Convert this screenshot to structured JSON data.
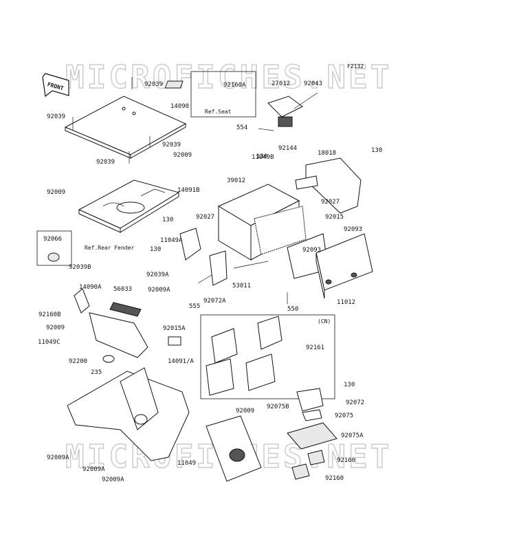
{
  "diagram": {
    "figure_code": "F2132",
    "watermark": "MICROFICHES.NET",
    "front_label": "FRONT",
    "ref_seat": "Ref.Seat",
    "ref_rear_fender": "Ref.Rear Fender",
    "cn_label": "(CN)",
    "parts": [
      {
        "id": "p1",
        "label": "92039"
      },
      {
        "id": "p2",
        "label": "14090"
      },
      {
        "id": "p3",
        "label": "92039"
      },
      {
        "id": "p4",
        "label": "92039"
      },
      {
        "id": "p5",
        "label": "92039"
      },
      {
        "id": "p6",
        "label": "92009"
      },
      {
        "id": "p7",
        "label": "14091B"
      },
      {
        "id": "p8",
        "label": "92009"
      },
      {
        "id": "p9",
        "label": "92160A"
      },
      {
        "id": "p10",
        "label": "27012"
      },
      {
        "id": "p11",
        "label": "92043"
      },
      {
        "id": "p12",
        "label": "554"
      },
      {
        "id": "p13",
        "label": "92144"
      },
      {
        "id": "p14",
        "label": "130"
      },
      {
        "id": "p15",
        "label": "18018"
      },
      {
        "id": "p16",
        "label": "130"
      },
      {
        "id": "p17",
        "label": "11049B"
      },
      {
        "id": "p18",
        "label": "39012"
      },
      {
        "id": "p19",
        "label": "92027"
      },
      {
        "id": "p20",
        "label": "92015"
      },
      {
        "id": "p21",
        "label": "92093"
      },
      {
        "id": "p22",
        "label": "130"
      },
      {
        "id": "p23",
        "label": "92027"
      },
      {
        "id": "p24",
        "label": "92066"
      },
      {
        "id": "p25",
        "label": "11049A"
      },
      {
        "id": "p26",
        "label": "130"
      },
      {
        "id": "p27",
        "label": "92093"
      },
      {
        "id": "p28",
        "label": "92039B"
      },
      {
        "id": "p29",
        "label": "92039A"
      },
      {
        "id": "p30",
        "label": "14090A"
      },
      {
        "id": "p31",
        "label": "56033"
      },
      {
        "id": "p32",
        "label": "92009A"
      },
      {
        "id": "p33",
        "label": "53011"
      },
      {
        "id": "p34",
        "label": "555"
      },
      {
        "id": "p35",
        "label": "92072A"
      },
      {
        "id": "p36",
        "label": "550"
      },
      {
        "id": "p37",
        "label": "11012"
      },
      {
        "id": "p38",
        "label": "92160B"
      },
      {
        "id": "p39",
        "label": "92009"
      },
      {
        "id": "p40",
        "label": "11049C"
      },
      {
        "id": "p41",
        "label": "92015A"
      },
      {
        "id": "p42",
        "label": "92161"
      },
      {
        "id": "p43",
        "label": "92200"
      },
      {
        "id": "p44",
        "label": "14091/A"
      },
      {
        "id": "p45",
        "label": "235"
      },
      {
        "id": "p46",
        "label": "130"
      },
      {
        "id": "p47",
        "label": "92072"
      },
      {
        "id": "p48",
        "label": "92075B"
      },
      {
        "id": "p49",
        "label": "92075"
      },
      {
        "id": "p50",
        "label": "92009"
      },
      {
        "id": "p51",
        "label": "92075A"
      },
      {
        "id": "p52",
        "label": "92009A"
      },
      {
        "id": "p53",
        "label": "92160"
      },
      {
        "id": "p54",
        "label": "92009A"
      },
      {
        "id": "p55",
        "label": "11049"
      },
      {
        "id": "p56",
        "label": "92160"
      },
      {
        "id": "p57",
        "label": "92009A"
      }
    ]
  }
}
